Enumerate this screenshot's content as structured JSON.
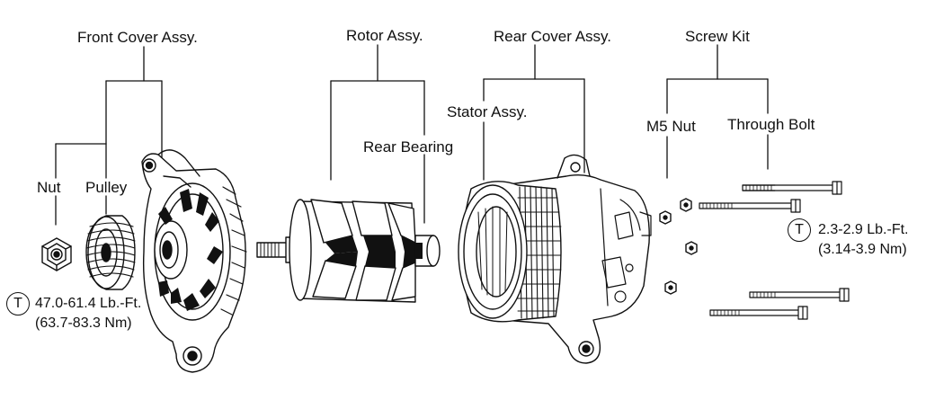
{
  "labels": {
    "front_cover_assy": "Front Cover Assy.",
    "rotor_assy": "Rotor Assy.",
    "rear_cover_assy": "Rear Cover Assy.",
    "screw_kit": "Screw Kit",
    "stator_assy": "Stator Assy.",
    "rear_bearing": "Rear Bearing",
    "m5_nut": "M5 Nut",
    "through_bolt": "Through Bolt",
    "nut": "Nut",
    "pulley": "Pulley"
  },
  "torque": {
    "symbol": "T",
    "pulley_nut": {
      "imperial": "47.0-61.4 Lb.-Ft.",
      "metric": "(63.7-83.3 Nm)"
    },
    "through_bolt": {
      "imperial": "2.3-2.9 Lb.-Ft.",
      "metric": "(3.14-3.9 Nm)"
    }
  }
}
